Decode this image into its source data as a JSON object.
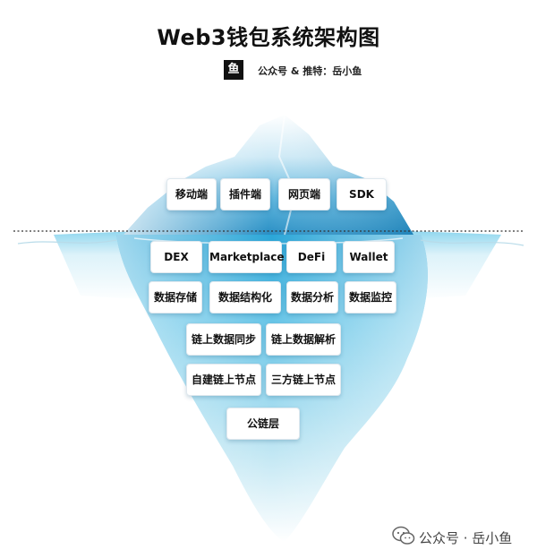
{
  "title": "Web3钱包系统架构图",
  "author": {
    "badge": "鱼",
    "text": "公众号 & 推特：岳小鱼"
  },
  "layers": {
    "above_water": [
      "移动端",
      "插件端",
      "网页端",
      "SDK"
    ],
    "row1": [
      "DEX",
      "Marketplace",
      "DeFi",
      "Wallet"
    ],
    "row2": [
      "数据存储",
      "数据结构化",
      "数据分析",
      "数据监控"
    ],
    "row3": [
      "链上数据同步",
      "链上数据解析"
    ],
    "row4": [
      "自建链上节点",
      "三方链上节点"
    ],
    "row5": [
      "公链层"
    ]
  },
  "watermark": {
    "icon": "wechat-icon",
    "text": "公众号 · 岳小鱼"
  },
  "colors": {
    "ice_light": "#eaf6fb",
    "ice_mid": "#8fd0ec",
    "ice_deep": "#1e93c6",
    "water_line": "#333333",
    "text": "#111111"
  }
}
